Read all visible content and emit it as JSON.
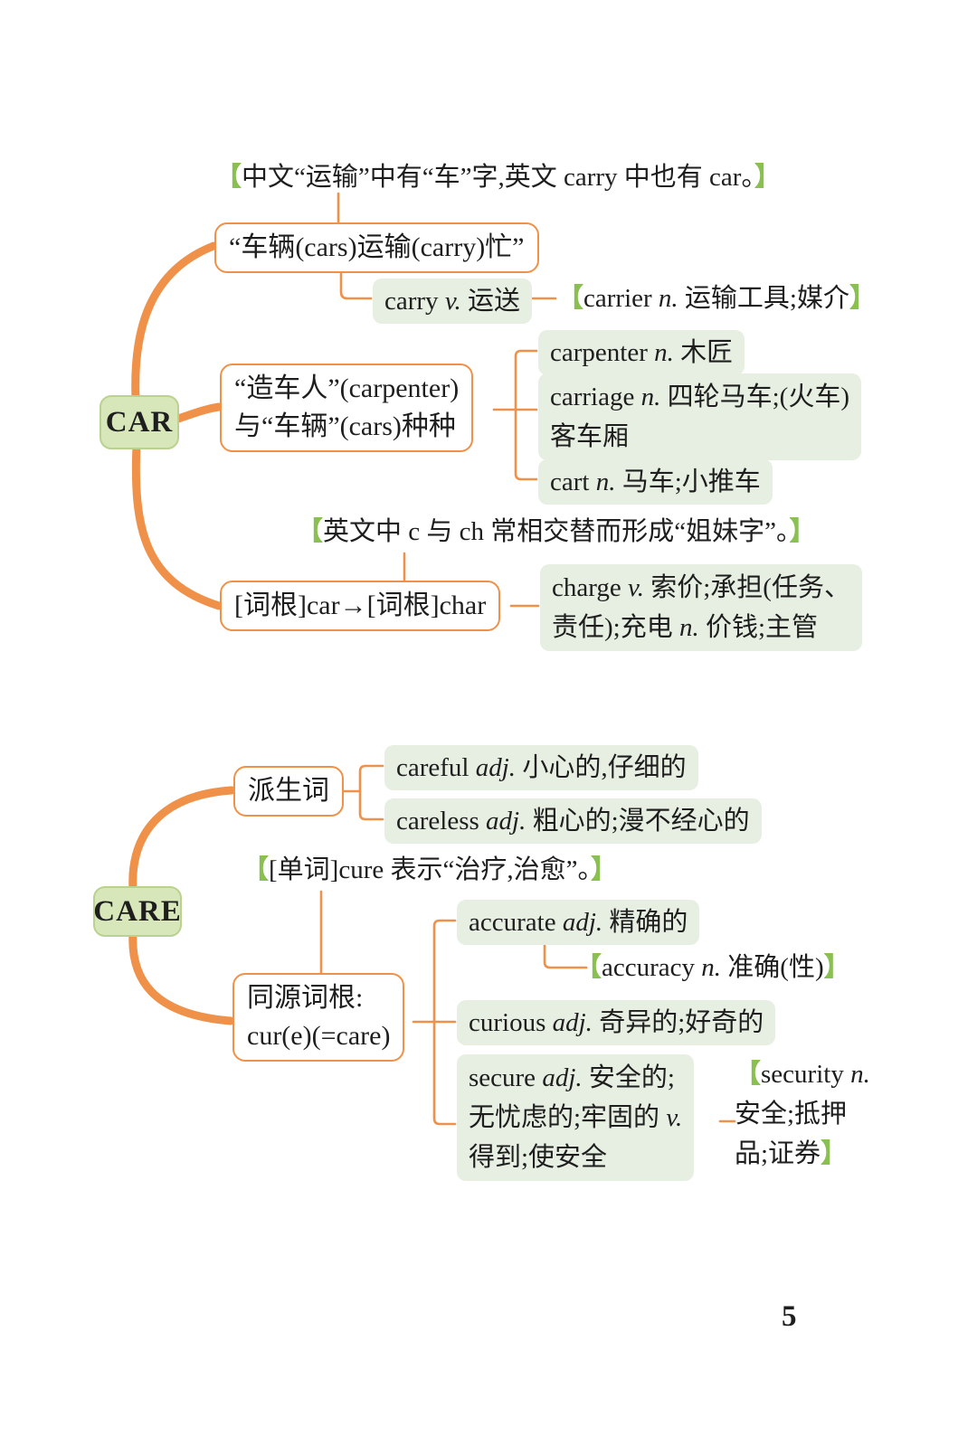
{
  "page": {
    "number": "5",
    "background": "#ffffff"
  },
  "colors": {
    "branch_orange": "#f0914a",
    "leaf_green": "#e7efe2",
    "root_green": "#d8e7ba",
    "bracket_green": "#8abf52",
    "text": "#1e1e1e"
  },
  "car": {
    "root_label": "CAR",
    "annotation_top": {
      "parts": [
        [
          "【",
          2
        ],
        [
          "中文“运输”中有“车”字,英文 carry 中也有 car。",
          0
        ],
        [
          "】",
          2
        ]
      ]
    },
    "node_vehicle": {
      "text": "“车辆(cars)运输(carry)忙”"
    },
    "leaf_carry": {
      "parts": [
        [
          "carry ",
          0
        ],
        [
          "v.",
          1
        ],
        [
          " 运送",
          0
        ]
      ]
    },
    "note_carrier": {
      "parts": [
        [
          "【",
          2
        ],
        [
          "carrier ",
          0
        ],
        [
          "n.",
          1
        ],
        [
          " 运输工具;媒介",
          0
        ],
        [
          "】",
          2
        ]
      ]
    },
    "node_maker": {
      "text": "“造车人”(carpenter)\n与“车辆”(cars)种种"
    },
    "leaf_carpenter": {
      "parts": [
        [
          "carpenter ",
          0
        ],
        [
          "n.",
          1
        ],
        [
          " 木匠",
          0
        ]
      ]
    },
    "leaf_carriage": {
      "parts": [
        [
          "carriage ",
          0
        ],
        [
          "n.",
          1
        ],
        [
          " 四轮马车;(火车)\n客车厢",
          0
        ]
      ]
    },
    "leaf_cart": {
      "parts": [
        [
          "cart ",
          0
        ],
        [
          "n.",
          1
        ],
        [
          " 马车;小推车",
          0
        ]
      ]
    },
    "annotation_ch": {
      "parts": [
        [
          "【",
          2
        ],
        [
          "英文中 c 与 ch 常相交替而形成“姐妹字”。",
          0
        ],
        [
          "】",
          2
        ]
      ]
    },
    "node_root_char": {
      "text": "[词根]car→[词根]char"
    },
    "leaf_charge": {
      "parts": [
        [
          "charge ",
          0
        ],
        [
          "v.",
          1
        ],
        [
          " 索价;承担(任务、\n责任);充电 ",
          0
        ],
        [
          "n.",
          1
        ],
        [
          " 价钱;主管",
          0
        ]
      ]
    }
  },
  "care": {
    "root_label": "CARE",
    "node_derive": {
      "text": "派生词"
    },
    "leaf_careful": {
      "parts": [
        [
          "careful ",
          0
        ],
        [
          "adj.",
          1
        ],
        [
          " 小心的,仔细的",
          0
        ]
      ]
    },
    "leaf_careless": {
      "parts": [
        [
          "careless ",
          0
        ],
        [
          "adj.",
          1
        ],
        [
          " 粗心的;漫不经心的",
          0
        ]
      ]
    },
    "annotation_cure": {
      "parts": [
        [
          "【",
          2
        ],
        [
          "[单词]cure 表示“治疗,治愈”。",
          0
        ],
        [
          "】",
          2
        ]
      ]
    },
    "node_cognate": {
      "text": "同源词根:\ncur(e)(=care)"
    },
    "leaf_accurate": {
      "parts": [
        [
          "accurate ",
          0
        ],
        [
          "adj.",
          1
        ],
        [
          " 精确的",
          0
        ]
      ]
    },
    "note_accuracy": {
      "parts": [
        [
          "【",
          2
        ],
        [
          "accuracy ",
          0
        ],
        [
          "n.",
          1
        ],
        [
          " 准确(性)",
          0
        ],
        [
          "】",
          2
        ]
      ]
    },
    "leaf_curious": {
      "parts": [
        [
          "curious ",
          0
        ],
        [
          "adj.",
          1
        ],
        [
          " 奇异的;好奇的",
          0
        ]
      ]
    },
    "leaf_secure": {
      "parts": [
        [
          "secure ",
          0
        ],
        [
          "adj.",
          1
        ],
        [
          " 安全的;\n无忧虑的;牢固的 ",
          0
        ],
        [
          "v.",
          1
        ],
        [
          "\n得到;使安全",
          0
        ]
      ]
    },
    "note_security": {
      "parts": [
        [
          "【",
          2
        ],
        [
          "security ",
          0
        ],
        [
          "n.",
          1
        ],
        [
          "\n安全;抵押\n品;证券",
          0
        ],
        [
          "】",
          2
        ]
      ]
    }
  }
}
